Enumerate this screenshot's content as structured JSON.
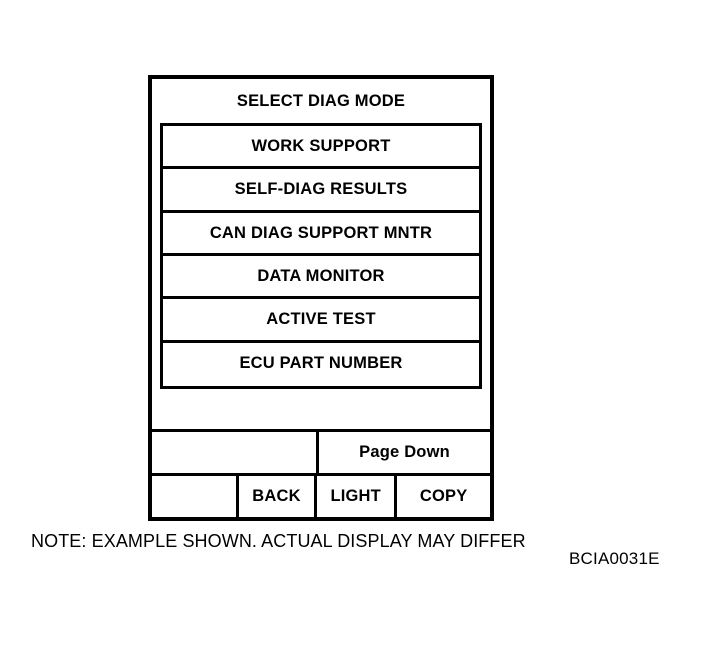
{
  "device": {
    "screen_title": "SELECT DIAG MODE",
    "menu_items": [
      {
        "label": "WORK SUPPORT"
      },
      {
        "label": "SELF-DIAG RESULTS"
      },
      {
        "label": "CAN DIAG SUPPORT MNTR"
      },
      {
        "label": "DATA MONITOR"
      },
      {
        "label": "ACTIVE TEST"
      },
      {
        "label": "ECU PART NUMBER"
      }
    ],
    "softkeys": {
      "page_down_row": {
        "blank": "",
        "page_down": "Page Down"
      },
      "button_row": {
        "blank": "",
        "back": "BACK",
        "light": "LIGHT",
        "copy": "COPY"
      }
    }
  },
  "caption": {
    "note": "NOTE: EXAMPLE SHOWN. ACTUAL DISPLAY MAY DIFFER",
    "figure_code": "BCIA0031E"
  },
  "colors": {
    "ink": "#000000",
    "paper": "#ffffff"
  }
}
